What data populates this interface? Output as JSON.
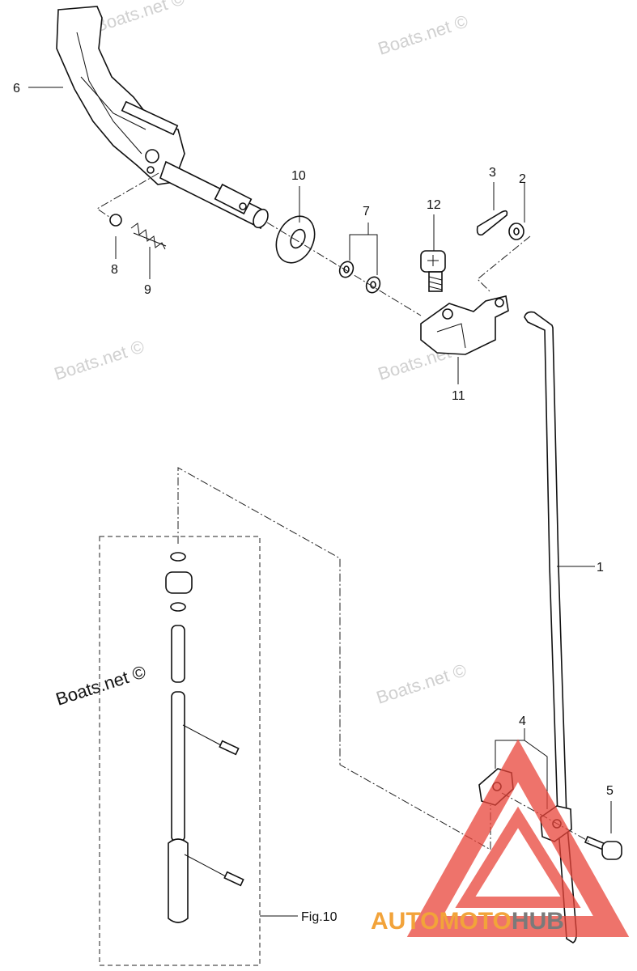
{
  "labels": {
    "p1": "1",
    "p2": "2",
    "p3": "3",
    "p4": "4",
    "p5": "5",
    "p6": "6",
    "p7": "7",
    "p8": "8",
    "p9": "9",
    "p10": "10",
    "p11": "11",
    "p12": "12",
    "fig": "Fig.10"
  },
  "watermark": {
    "text": "Boats.net ©"
  },
  "logo": {
    "part1": "AUTO",
    "part2": "MOTO",
    "part3": "HUB",
    "colors": {
      "orange": "#f2a33a",
      "gray": "#7a7a7a",
      "triangle": "#e8443a"
    }
  }
}
